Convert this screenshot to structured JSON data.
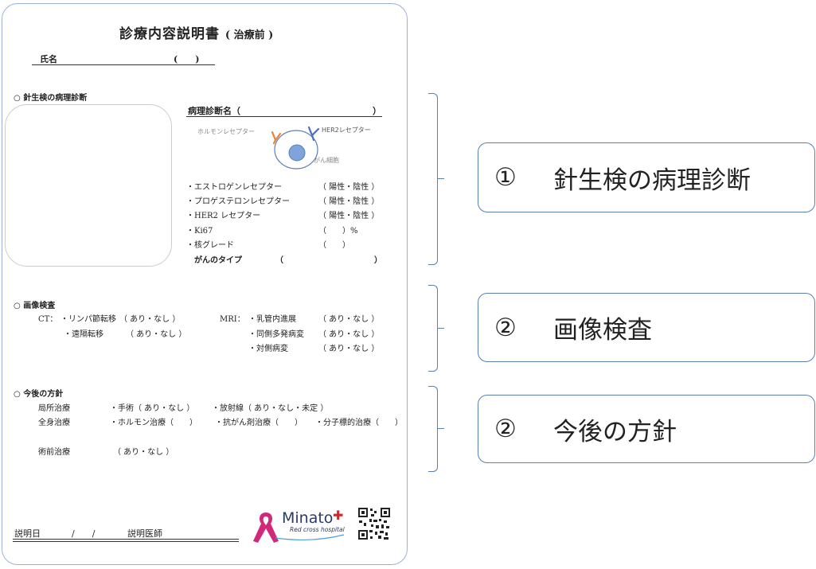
{
  "document": {
    "title": "診療内容説明書",
    "title_sub": "( 治療前 )",
    "name_label": "氏名",
    "name_paren": "(　　)"
  },
  "section1": {
    "heading": "○ 針生検の病理診断",
    "diagnosis_label": "病理診断名（",
    "diagnosis_close": "）",
    "hormone_receptor_label": "ホルモンレセプター",
    "her2_receptor_label": "HER2レセプター",
    "cancer_cell_label": "がん細胞",
    "rows": [
      {
        "label": "・エストロゲンレセプター",
        "value": "（ 陽性・陰性 ）"
      },
      {
        "label": "・プロゲステロンレセプター",
        "value": "（ 陽性・陰性 ）"
      },
      {
        "label": "・HER2 レセプター",
        "value": "（ 陽性・陰性 ）"
      },
      {
        "label": "・Ki67",
        "value": "（　　）%"
      },
      {
        "label": "・核グレード",
        "value": "（　　）"
      }
    ],
    "cancer_type_label": "がんのタイプ",
    "cancer_type_open": "（",
    "cancer_type_close": "）"
  },
  "section2": {
    "heading": "○ 画像検査",
    "ct_label": "CT：",
    "ct_rows": [
      {
        "label": "・リンパ節転移",
        "value": "（ あり・なし ）"
      },
      {
        "label": "・遠隔転移",
        "value": "（ あり・なし ）"
      }
    ],
    "mri_label": "MRI：",
    "mri_rows": [
      {
        "label": "・乳管内進展",
        "value": "（ あり・なし ）"
      },
      {
        "label": "・同側多発病変",
        "value": "（ あり・なし ）"
      },
      {
        "label": "・対側病変",
        "value": "（ あり・なし ）"
      }
    ]
  },
  "section3": {
    "heading": "○ 今後の方針",
    "local_label": "局所治療",
    "local_surgery": "・手術（ あり・なし ）",
    "local_radiation": "・放射線（ あり・なし・未定 ）",
    "systemic_label": "全身治療",
    "systemic_hormone": "・ホルモン治療（　　）",
    "systemic_chemo": "・抗がん剤治療（　　）",
    "systemic_targeted": "・分子標的治療（　　）",
    "preop_label": "術前治療",
    "preop_value": "（ あり・なし ）"
  },
  "footer": {
    "date_label": "説明日",
    "date_slashes": "/　　/",
    "doctor_label": "説明医師",
    "logo_name": "Minato",
    "logo_sub": "Red cross hospital"
  },
  "callouts": [
    {
      "num": "①",
      "text": "針生検の病理診断"
    },
    {
      "num": "②",
      "text": "画像検査"
    },
    {
      "num": "②",
      "text": "今後の方針"
    }
  ],
  "colors": {
    "border_blue": "#5a7fb0",
    "ribbon_pink": "#d0287a",
    "hormone_orange": "#e8823a",
    "her2_blue": "#4a6fc0",
    "cell_blue": "#7fa4dc"
  }
}
